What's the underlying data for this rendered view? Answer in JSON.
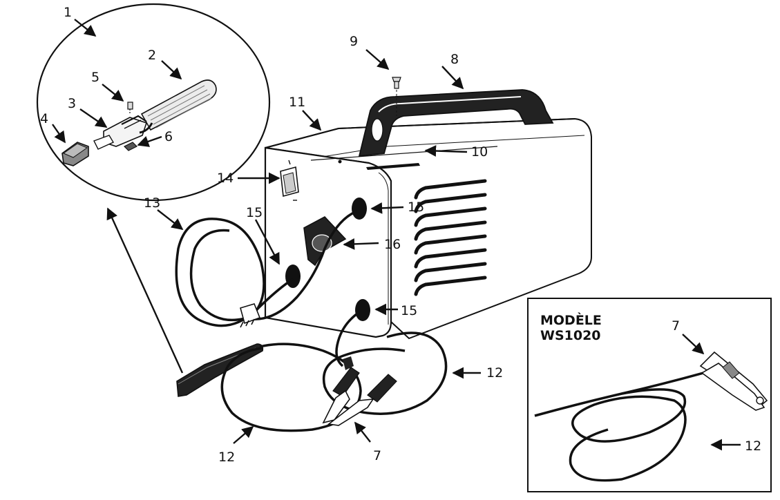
{
  "callouts": {
    "c1": "1",
    "c2": "2",
    "c3": "3",
    "c4": "4",
    "c5": "5",
    "c6": "6",
    "c7a": "7",
    "c7b": "7",
    "c8": "8",
    "c9": "9",
    "c10": "10",
    "c11": "11",
    "c12a": "12",
    "c12b": "12",
    "c12c": "12",
    "c13": "13",
    "c14": "14",
    "c15a": "15",
    "c15b": "15",
    "c15c": "15",
    "c16": "16"
  },
  "inset": {
    "title_line1": "MODÈLE",
    "title_line2": "WS1020"
  }
}
